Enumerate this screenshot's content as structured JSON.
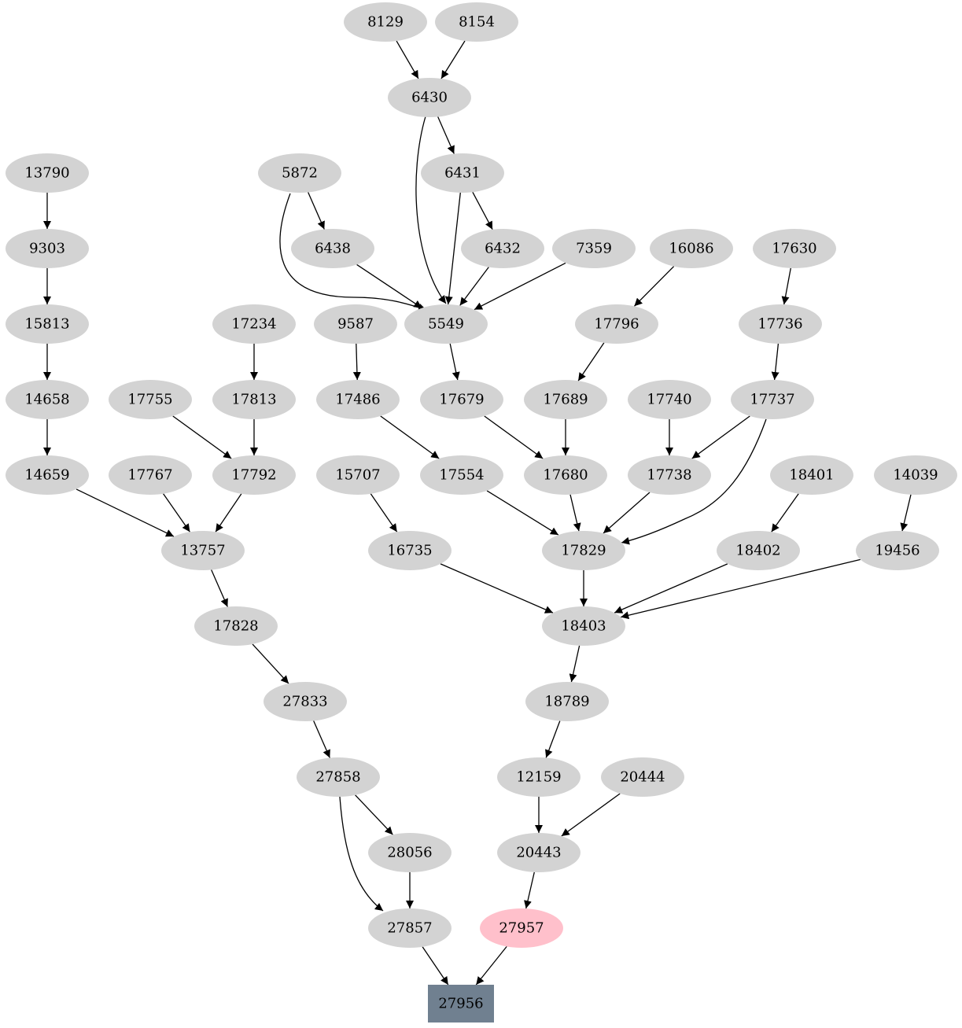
{
  "colors": {
    "node_fill": "#d3d3d3",
    "highlight_fill": "#ffc0cb",
    "sink_fill": "#708090",
    "edge": "#000000",
    "background": "#ffffff"
  },
  "nodes": [
    {
      "id": "8129",
      "label": "8129"
    },
    {
      "id": "8154",
      "label": "8154"
    },
    {
      "id": "6430",
      "label": "6430"
    },
    {
      "id": "13790",
      "label": "13790"
    },
    {
      "id": "5872",
      "label": "5872"
    },
    {
      "id": "6431",
      "label": "6431"
    },
    {
      "id": "9303",
      "label": "9303"
    },
    {
      "id": "6438",
      "label": "6438"
    },
    {
      "id": "6432",
      "label": "6432"
    },
    {
      "id": "7359",
      "label": "7359"
    },
    {
      "id": "16086",
      "label": "16086"
    },
    {
      "id": "17630",
      "label": "17630"
    },
    {
      "id": "15813",
      "label": "15813"
    },
    {
      "id": "17234",
      "label": "17234"
    },
    {
      "id": "9587",
      "label": "9587"
    },
    {
      "id": "5549",
      "label": "5549"
    },
    {
      "id": "17796",
      "label": "17796"
    },
    {
      "id": "17736",
      "label": "17736"
    },
    {
      "id": "14658",
      "label": "14658"
    },
    {
      "id": "17755",
      "label": "17755"
    },
    {
      "id": "17813",
      "label": "17813"
    },
    {
      "id": "17486",
      "label": "17486"
    },
    {
      "id": "17679",
      "label": "17679"
    },
    {
      "id": "17689",
      "label": "17689"
    },
    {
      "id": "17740",
      "label": "17740"
    },
    {
      "id": "17737",
      "label": "17737"
    },
    {
      "id": "14659",
      "label": "14659"
    },
    {
      "id": "17767",
      "label": "17767"
    },
    {
      "id": "17792",
      "label": "17792"
    },
    {
      "id": "15707",
      "label": "15707"
    },
    {
      "id": "17554",
      "label": "17554"
    },
    {
      "id": "17680",
      "label": "17680"
    },
    {
      "id": "17738",
      "label": "17738"
    },
    {
      "id": "18401",
      "label": "18401"
    },
    {
      "id": "14039",
      "label": "14039"
    },
    {
      "id": "13757",
      "label": "13757"
    },
    {
      "id": "16735",
      "label": "16735"
    },
    {
      "id": "17829",
      "label": "17829"
    },
    {
      "id": "18402",
      "label": "18402"
    },
    {
      "id": "19456",
      "label": "19456"
    },
    {
      "id": "17828",
      "label": "17828"
    },
    {
      "id": "18403",
      "label": "18403"
    },
    {
      "id": "27833",
      "label": "27833"
    },
    {
      "id": "18789",
      "label": "18789"
    },
    {
      "id": "27858",
      "label": "27858"
    },
    {
      "id": "12159",
      "label": "12159"
    },
    {
      "id": "20444",
      "label": "20444"
    },
    {
      "id": "28056",
      "label": "28056"
    },
    {
      "id": "20443",
      "label": "20443"
    },
    {
      "id": "27857",
      "label": "27857"
    },
    {
      "id": "27957",
      "label": "27957",
      "style": "highlight"
    },
    {
      "id": "27956",
      "label": "27956",
      "style": "sink"
    }
  ],
  "edges": [
    {
      "from": "8129",
      "to": "6430"
    },
    {
      "from": "8154",
      "to": "6430"
    },
    {
      "from": "6430",
      "to": "6431"
    },
    {
      "from": "6430",
      "to": "5549"
    },
    {
      "from": "13790",
      "to": "9303"
    },
    {
      "from": "5872",
      "to": "6438"
    },
    {
      "from": "5872",
      "to": "5549"
    },
    {
      "from": "6431",
      "to": "6432"
    },
    {
      "from": "6431",
      "to": "5549"
    },
    {
      "from": "9303",
      "to": "15813"
    },
    {
      "from": "6438",
      "to": "5549"
    },
    {
      "from": "6432",
      "to": "5549"
    },
    {
      "from": "7359",
      "to": "5549"
    },
    {
      "from": "16086",
      "to": "17796"
    },
    {
      "from": "17630",
      "to": "17736"
    },
    {
      "from": "15813",
      "to": "14658"
    },
    {
      "from": "17234",
      "to": "17813"
    },
    {
      "from": "9587",
      "to": "17486"
    },
    {
      "from": "5549",
      "to": "17679"
    },
    {
      "from": "17796",
      "to": "17689"
    },
    {
      "from": "17736",
      "to": "17737"
    },
    {
      "from": "14658",
      "to": "14659"
    },
    {
      "from": "17755",
      "to": "17792"
    },
    {
      "from": "17813",
      "to": "17792"
    },
    {
      "from": "17486",
      "to": "17554"
    },
    {
      "from": "17679",
      "to": "17680"
    },
    {
      "from": "17689",
      "to": "17680"
    },
    {
      "from": "17740",
      "to": "17738"
    },
    {
      "from": "17737",
      "to": "17738"
    },
    {
      "from": "17737",
      "to": "17829"
    },
    {
      "from": "14659",
      "to": "13757"
    },
    {
      "from": "17767",
      "to": "13757"
    },
    {
      "from": "17792",
      "to": "13757"
    },
    {
      "from": "15707",
      "to": "16735"
    },
    {
      "from": "17554",
      "to": "17829"
    },
    {
      "from": "17680",
      "to": "17829"
    },
    {
      "from": "17738",
      "to": "17829"
    },
    {
      "from": "18401",
      "to": "18402"
    },
    {
      "from": "14039",
      "to": "19456"
    },
    {
      "from": "13757",
      "to": "17828"
    },
    {
      "from": "16735",
      "to": "18403"
    },
    {
      "from": "17829",
      "to": "18403"
    },
    {
      "from": "18402",
      "to": "18403"
    },
    {
      "from": "19456",
      "to": "18403"
    },
    {
      "from": "17828",
      "to": "27833"
    },
    {
      "from": "18403",
      "to": "18789"
    },
    {
      "from": "27833",
      "to": "27858"
    },
    {
      "from": "18789",
      "to": "12159"
    },
    {
      "from": "27858",
      "to": "28056"
    },
    {
      "from": "27858",
      "to": "27857"
    },
    {
      "from": "12159",
      "to": "20443"
    },
    {
      "from": "20444",
      "to": "20443"
    },
    {
      "from": "28056",
      "to": "27857"
    },
    {
      "from": "20443",
      "to": "27957"
    },
    {
      "from": "27857",
      "to": "27956"
    },
    {
      "from": "27957",
      "to": "27956"
    }
  ]
}
